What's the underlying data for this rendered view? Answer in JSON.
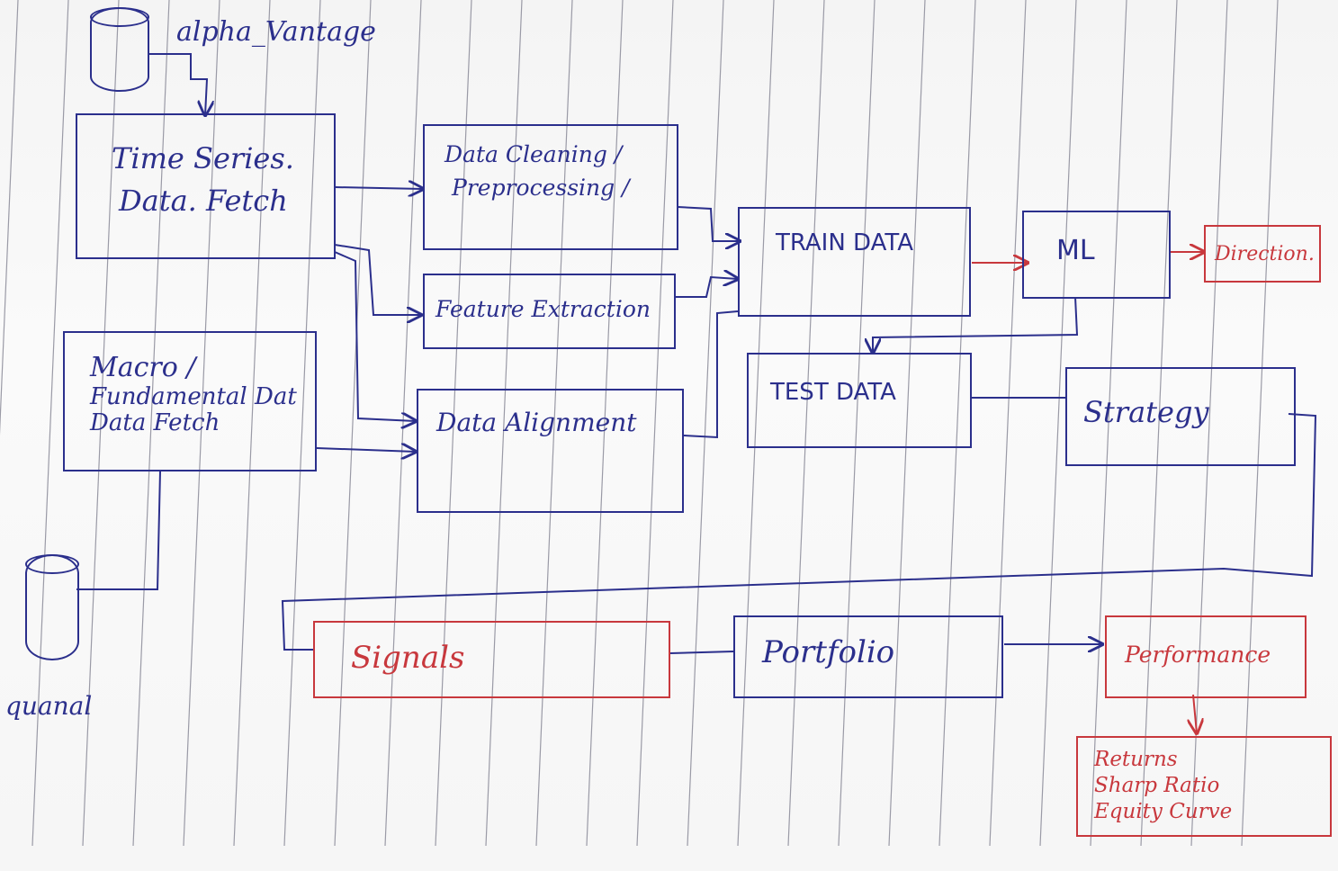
{
  "diagram": {
    "sources": {
      "alpha_vantage": "alpha_Vantage",
      "quandl": "quanal"
    },
    "nodes": {
      "time_series": [
        "Time Series.",
        "Data. Fetch"
      ],
      "macro": [
        "Macro /",
        "Fundamental Dat",
        "Data Fetch"
      ],
      "data_cleaning": [
        "Data Cleaning /",
        "Preprocessing /"
      ],
      "feature_extraction": [
        "Feature Extraction"
      ],
      "data_alignment": [
        "Data Alignment"
      ],
      "train_data": [
        "TRAIN DATA"
      ],
      "test_data": [
        "TEST DATA"
      ],
      "ml": [
        "ML"
      ],
      "direction": [
        "Direction."
      ],
      "strategy": [
        "Strategy"
      ],
      "signals": [
        "Signals"
      ],
      "portfolio": [
        "Portfolio"
      ],
      "performance": [
        "Performance"
      ],
      "metrics": [
        "Returns",
        "Sharp Ratio",
        "Equity Curve"
      ]
    },
    "colors": {
      "ink_blue": "#2b2f8c",
      "ink_red": "#c8383d",
      "paper_line": "#9a9aa6"
    }
  }
}
